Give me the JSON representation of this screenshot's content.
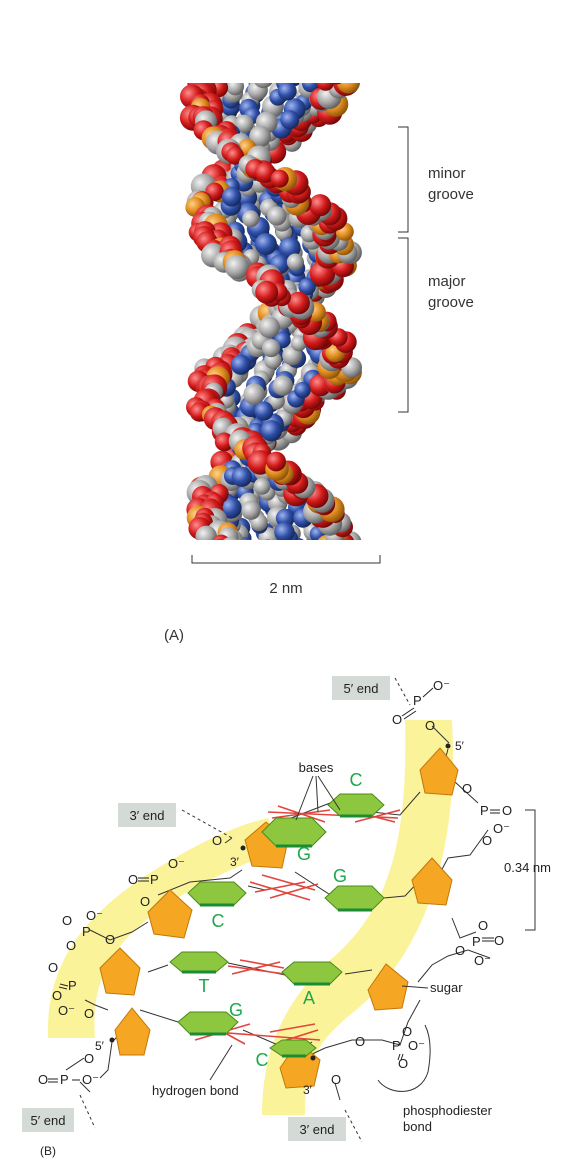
{
  "panel_a": {
    "label": "(A)",
    "minor_groove": [
      "minor",
      "groove"
    ],
    "major_groove": [
      "major",
      "groove"
    ],
    "scale": "2 nm"
  },
  "panel_b": {
    "label": "(B)",
    "end_labels": {
      "top_right": "5′ end",
      "upper_left": "3′ end",
      "bottom_left": "5′ end",
      "bottom_right": "3′ end"
    },
    "prime_labels": {
      "p5": "5′",
      "p3": "3′"
    },
    "bases_label": "bases",
    "base_letters": [
      "C",
      "G",
      "G",
      "C",
      "T",
      "A",
      "G",
      "C"
    ],
    "spacing": "0.34 nm",
    "sugar": "sugar",
    "hydrogen_bond": "hydrogen bond",
    "phosphodiester": [
      "phosphodiester",
      "bond"
    ],
    "phosphate": {
      "p": "P",
      "o": "O",
      "o_minus": "O⁻"
    }
  },
  "colors": {
    "oxygen": "#d21a1a",
    "carbon": "#a9a9a9",
    "nitrogen": "#2f4fa8",
    "phosphorus": "#e08a1c",
    "backbone": "#fbf39a",
    "sugar": "#f5a623",
    "base": "#8dc63f",
    "label_box": "#d4dbd7",
    "letter": "#1fa84a",
    "hbond": "#e0463d"
  }
}
